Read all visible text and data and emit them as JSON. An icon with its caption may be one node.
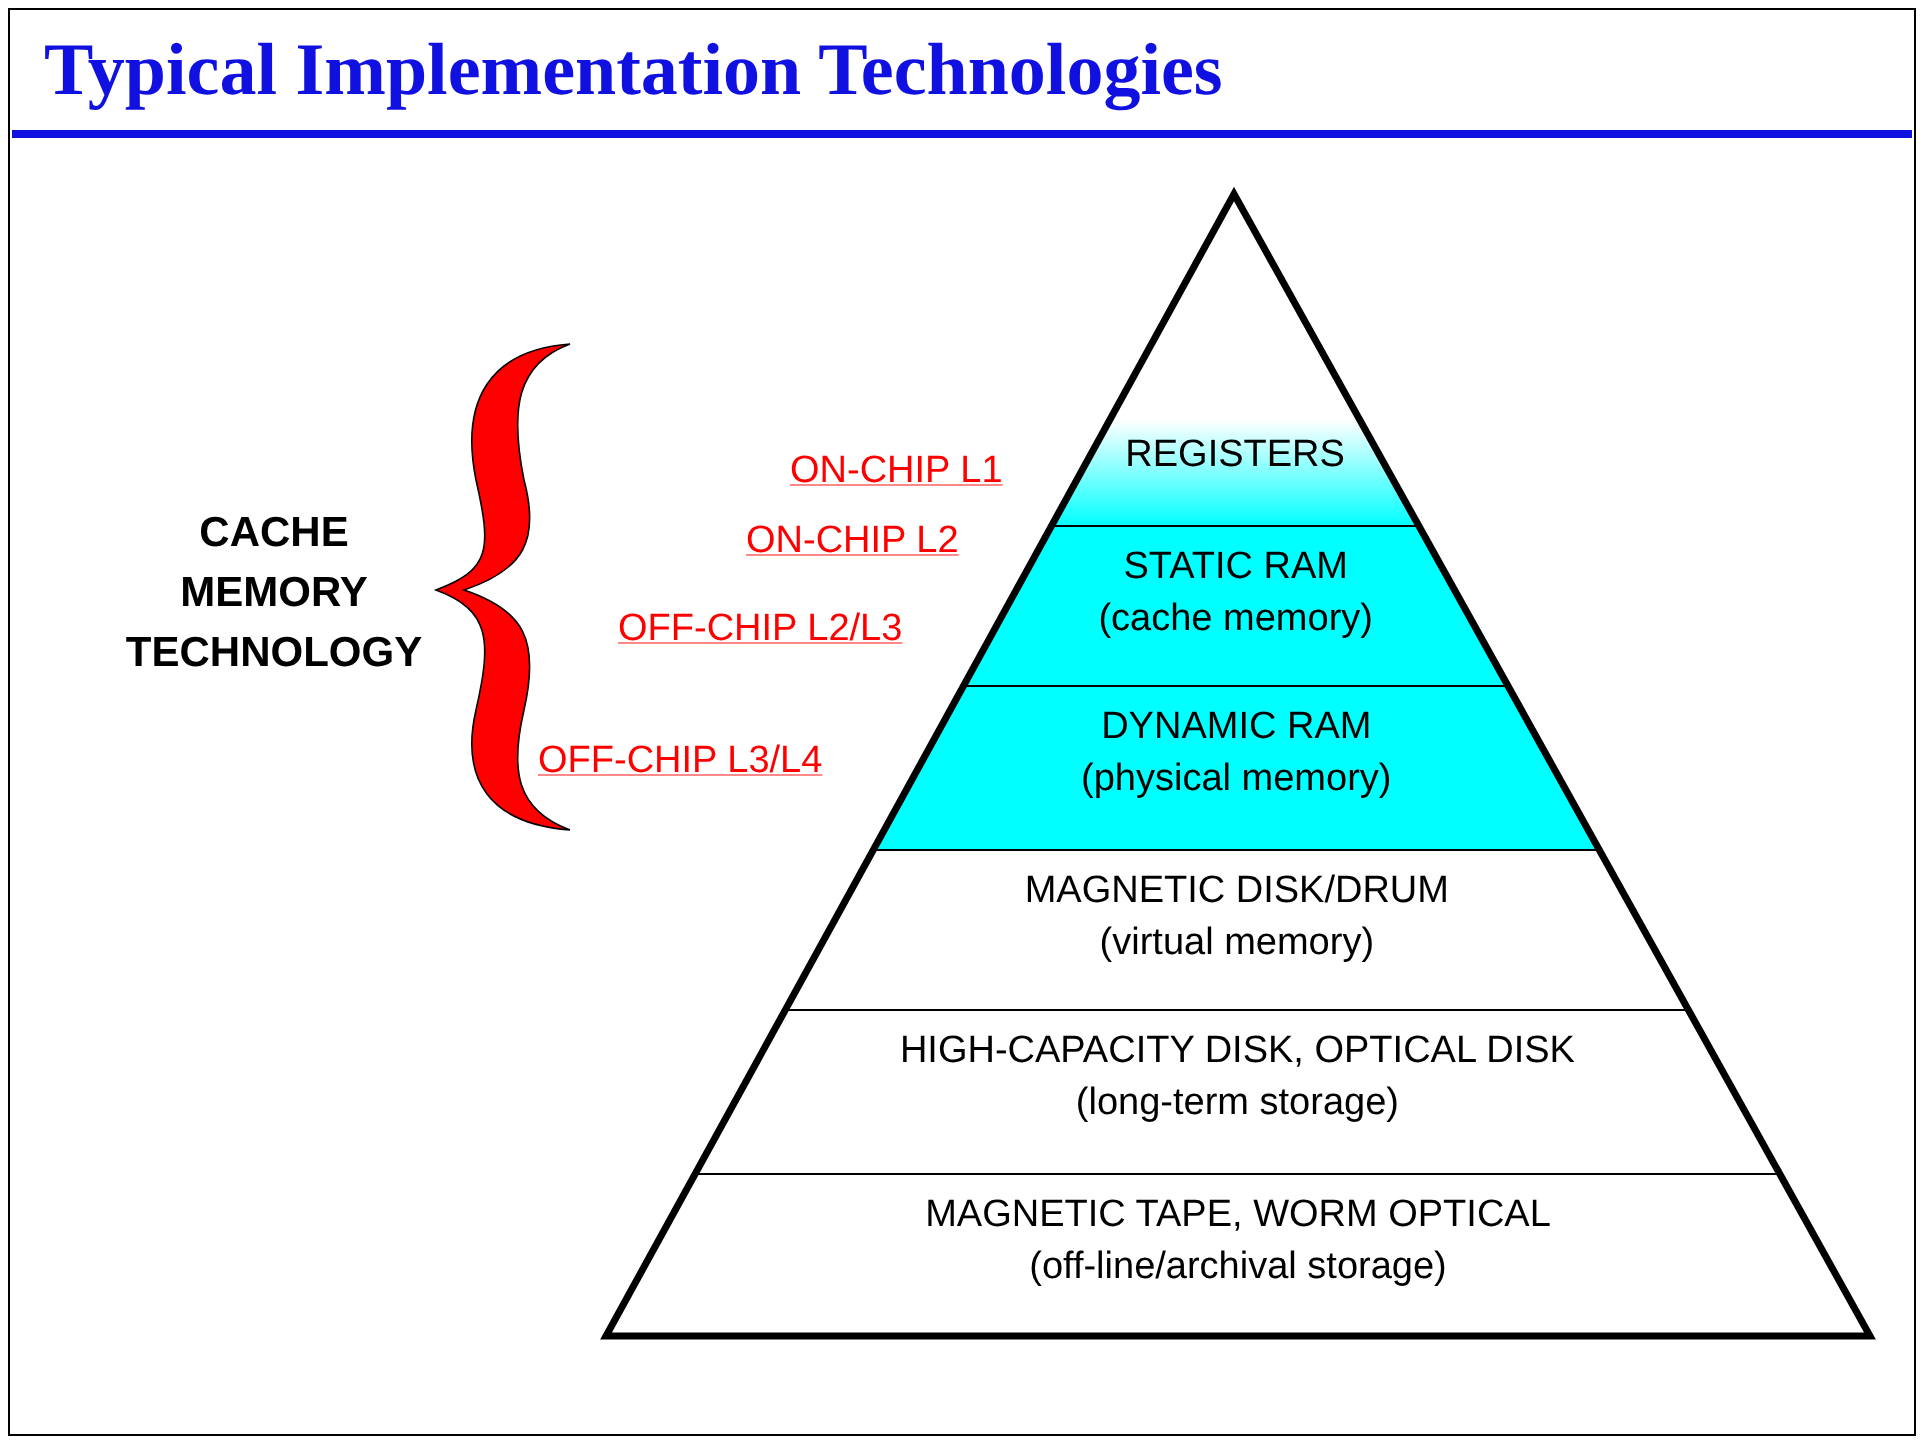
{
  "diagram": {
    "title": "Typical Implementation Technologies",
    "nodes": [
      {
        "text": [
          "REGISTERS"
        ]
      },
      {
        "text": [
          "STATIC RAM",
          "(cache memory)"
        ]
      },
      {
        "text": [
          "DYNAMIC RAM",
          "(physical memory)"
        ]
      },
      {
        "text": [
          "MAGNETIC DISK/DRUM",
          "(virtual memory)"
        ]
      },
      {
        "text": [
          "HIGH-CAPACITY DISK, OPTICAL DISK",
          "(long-term storage)"
        ]
      },
      {
        "text": [
          "MAGNETIC TAPE, WORM OPTICAL",
          "(off-line/archival storage)"
        ]
      },
      {
        "text": [],
        "shape": "brace"
      }
    ],
    "labels": [
      "ON-CHIP L1",
      "CACHE MEMORY TECHNOLOGY",
      "ON-CHIP L2",
      "OFF-CHIP L2/L3",
      "OFF-CHIP L3/L4"
    ]
  }
}
